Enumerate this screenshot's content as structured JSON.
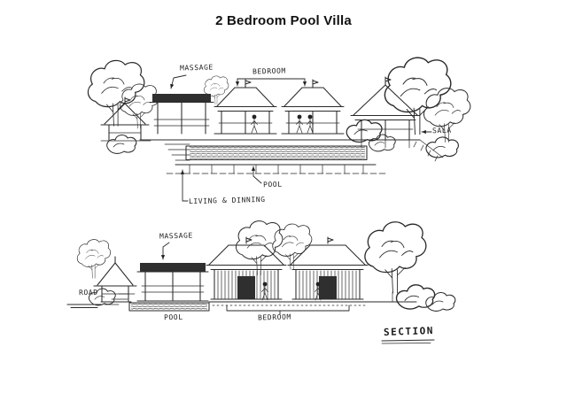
{
  "title": "2 Bedroom Pool Villa",
  "colors": {
    "ink": "#2a2a2a",
    "background": "#ffffff"
  },
  "upper_drawing": {
    "labels": {
      "massage": "MASSAGE",
      "bedroom": "BEDROOM",
      "sala": "SALA",
      "pool": "POOL",
      "living_dinning": "LIVING & DINNING"
    }
  },
  "lower_drawing": {
    "labels": {
      "massage": "MASSAGE",
      "road": "ROAD",
      "pool": "POOL",
      "bedroom": "BEDROOM"
    }
  },
  "section_label": "SECTION"
}
